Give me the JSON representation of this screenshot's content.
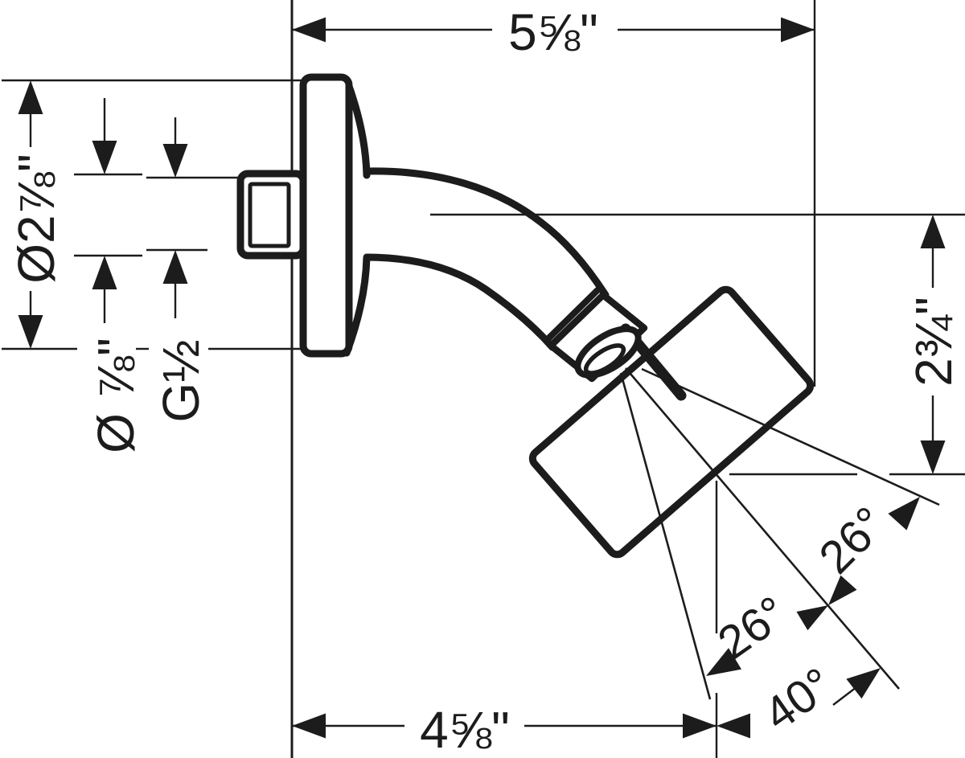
{
  "colors": {
    "line": "#1c1c1c",
    "background": "#ffffff"
  },
  "labels": {
    "overall_width": "5⅝\"",
    "flange_diameter": "Ø2⅞\"",
    "pipe_diameter": "Ø ⅞\"",
    "thread_size": "G½",
    "head_drop": "2¾\"",
    "reach": "4⅝\"",
    "spray_angle_upper": "26°",
    "spray_angle_lower": "26°",
    "spray_angle_total": "40°"
  }
}
